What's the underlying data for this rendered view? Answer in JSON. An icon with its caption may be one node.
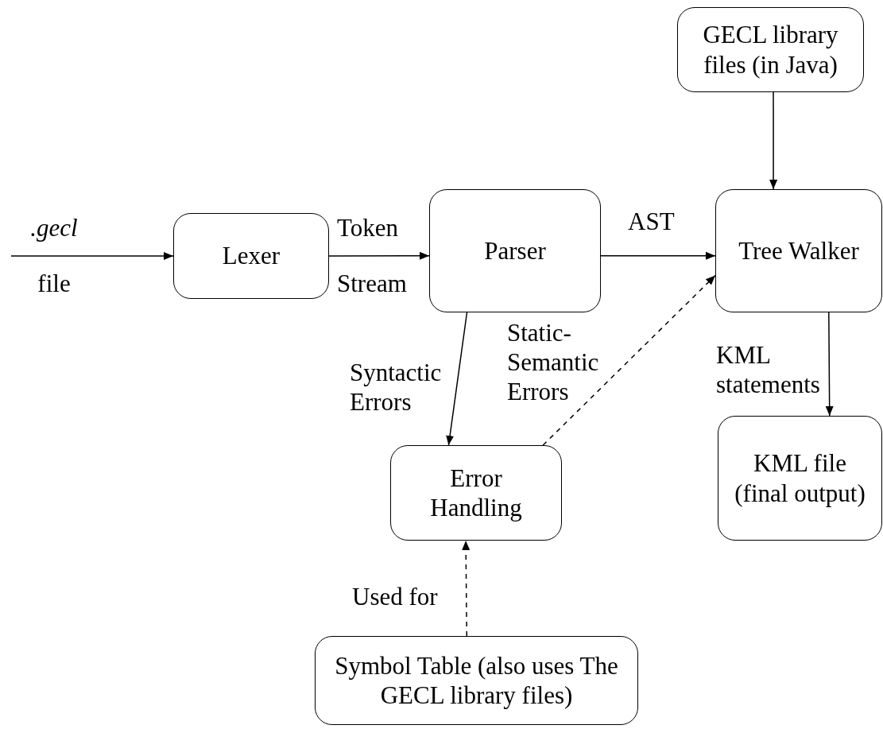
{
  "diagram": {
    "nodes": [
      {
        "text": [
          "GECL library files (in Java)"
        ]
      },
      {
        "text": [
          "Lexer"
        ]
      },
      {
        "text": [
          "Parser"
        ]
      },
      {
        "text": [
          "Tree Walker"
        ]
      },
      {
        "text": [
          "Error Handling"
        ]
      },
      {
        "text": [
          "KML file (final output)"
        ]
      },
      {
        "text": [
          "Symbol Table (also uses The GECL library files)"
        ]
      }
    ],
    "edges": [
      {
        "from": null,
        "to": 1,
        "arrow": "to",
        "label": "*.gecl* file"
      },
      {
        "from": 1,
        "to": 2,
        "arrow": "to",
        "label": "Token Stream"
      },
      {
        "from": 2,
        "to": 3,
        "arrow": "to",
        "label": "AST"
      },
      {
        "from": 0,
        "to": 3,
        "arrow": "to"
      },
      {
        "from": 2,
        "to": 4,
        "arrow": "to",
        "label": "Syntactic Errors"
      },
      {
        "from": 4,
        "to": 3,
        "arrow": "to",
        "style": "dashed",
        "label": "Static-Semantic Errors"
      },
      {
        "from": 3,
        "to": 5,
        "arrow": "to",
        "label": "KML statements"
      },
      {
        "from": 6,
        "to": 4,
        "arrow": "to",
        "style": "dashed",
        "label": "Used for"
      }
    ]
  }
}
